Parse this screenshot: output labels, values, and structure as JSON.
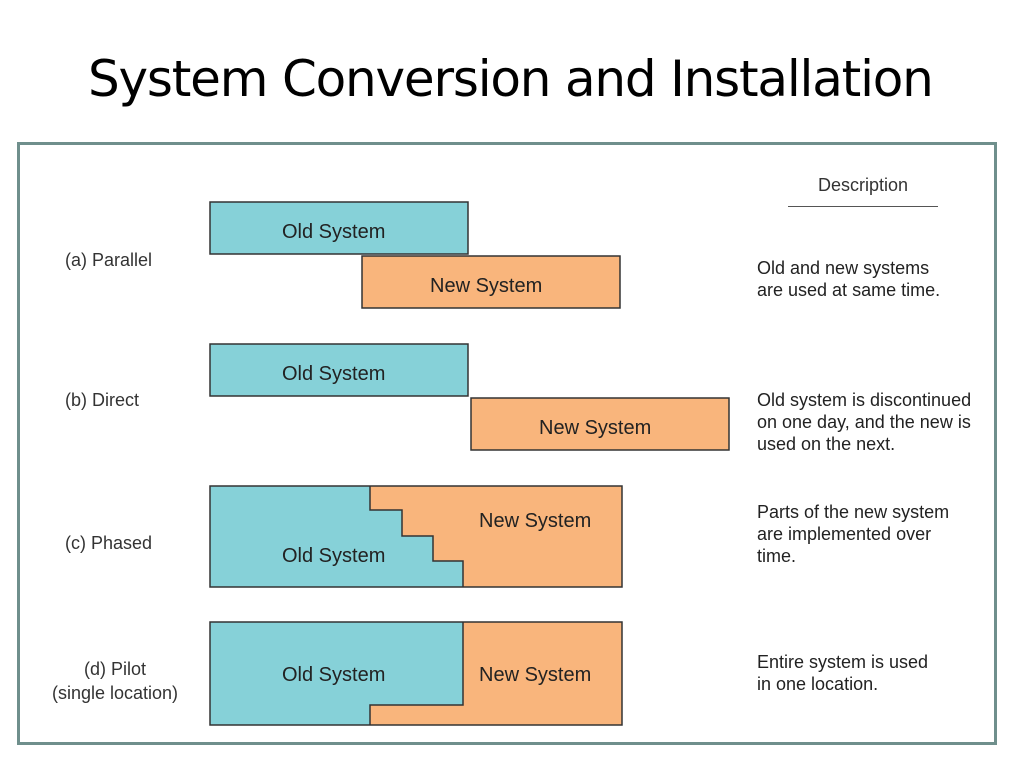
{
  "title": "System Conversion and Installation",
  "description_header": "Description",
  "colors": {
    "old_system": "#86d1d8",
    "new_system": "#f9b57c",
    "border": "#6f8f8c"
  },
  "methods": [
    {
      "label": "(a) Parallel",
      "old_label": "Old System",
      "new_label": "New System",
      "description": "Old and new systems\nare used at same time."
    },
    {
      "label": "(b) Direct",
      "old_label": "Old System",
      "new_label": "New System",
      "description": "Old system is discontinued\non one day, and the new is\nused on the next."
    },
    {
      "label": "(c) Phased",
      "old_label": "Old System",
      "new_label": "New System",
      "description": "Parts of the new system\nare implemented over\ntime."
    },
    {
      "label": "(d) Pilot\n(single location)",
      "old_label": "Old System",
      "new_label": "New System",
      "description": "Entire system is used\nin one location."
    }
  ]
}
